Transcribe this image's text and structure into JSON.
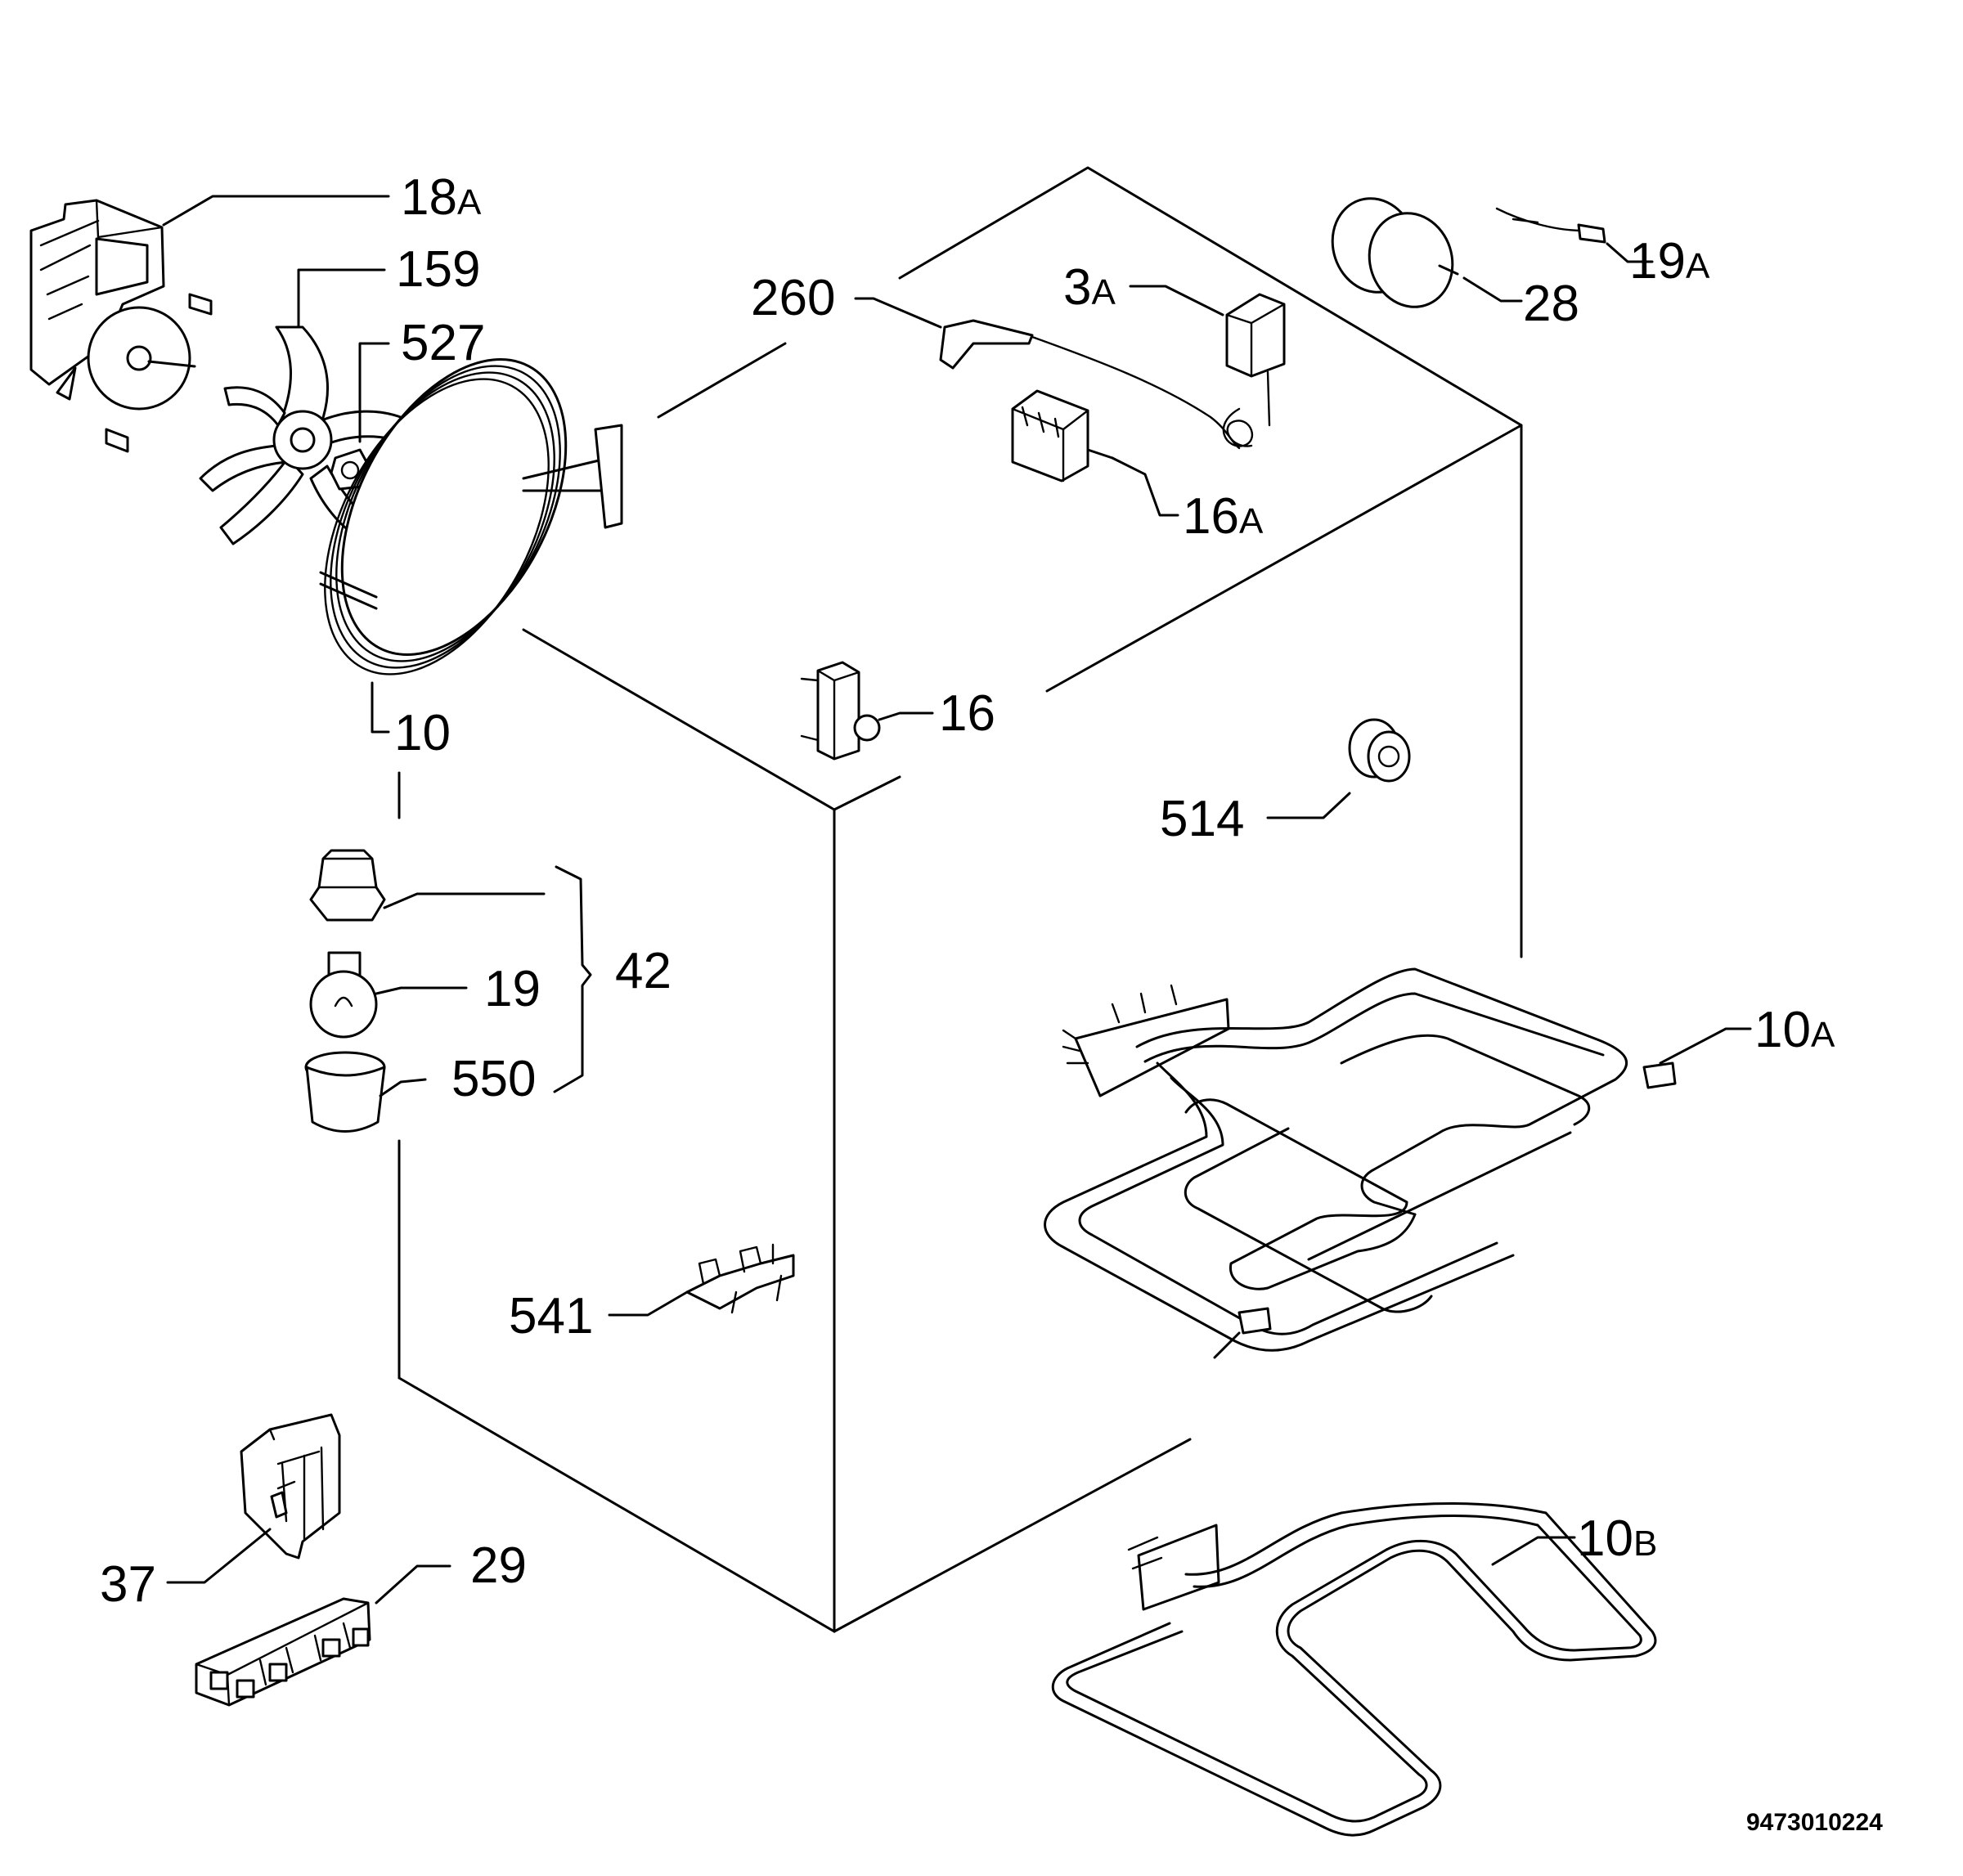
{
  "labels": {
    "p18": "18",
    "p18_suffix": "A",
    "p159": "159",
    "p527": "527",
    "p10": "10",
    "p260": "260",
    "p3": "3",
    "p3_suffix": "A",
    "p28": "28",
    "p19a": "19",
    "p19a_suffix": "A",
    "p16a": "16",
    "p16a_suffix": "A",
    "p16": "16",
    "p514": "514",
    "p42": "42",
    "p19": "19",
    "p550": "550",
    "p10a": "10",
    "p10a_suffix": "A",
    "p541": "541",
    "p10b": "10",
    "p10b_suffix": "B",
    "p37": "37",
    "p29": "29"
  },
  "drawing_code": "9473010224"
}
